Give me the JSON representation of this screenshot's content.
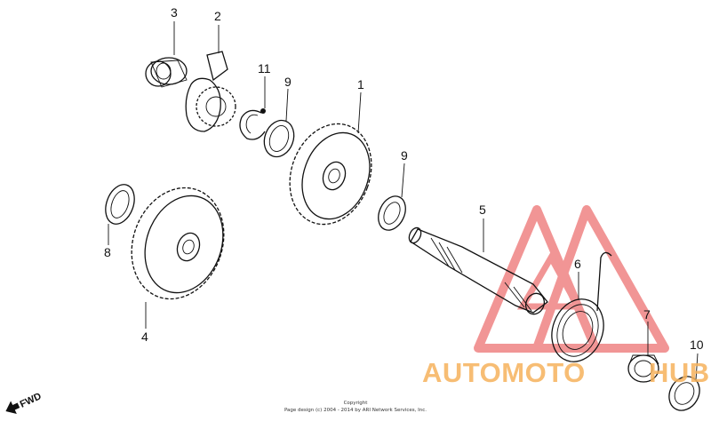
{
  "callouts": {
    "c1": "1",
    "c2": "2",
    "c3": "3",
    "c4": "4",
    "c5": "5",
    "c6": "6",
    "c7": "7",
    "c8": "8",
    "c9a": "9",
    "c9b": "9",
    "c10": "10",
    "c11": "11"
  },
  "fwd_label": "FWD",
  "copyright": {
    "line1": "Copyright",
    "line2": "Page design (c) 2004 - 2014 by ARI Network Services, Inc."
  },
  "watermark": {
    "part1": "AUTOMOTO",
    "part2": "HUB",
    "color_orange": "#f6b25c",
    "color_red": "#e53a3a"
  }
}
